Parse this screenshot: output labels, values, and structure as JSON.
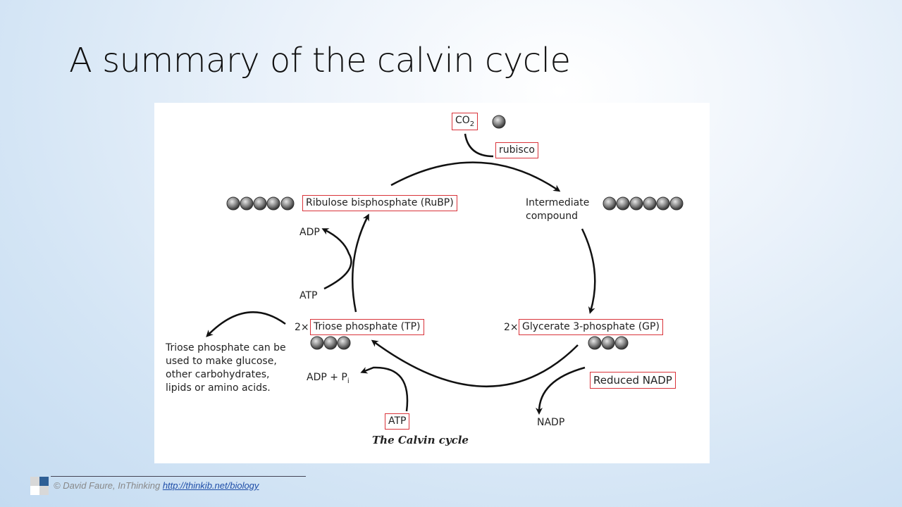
{
  "slide": {
    "title": "A summary of the calvin cycle"
  },
  "diagram": {
    "co2": "CO",
    "co2_sub": "2",
    "rubisco": "rubisco",
    "rubp": "Ribulose bisphosphate (RuBP)",
    "intermediate": [
      "Intermediate",
      "compound"
    ],
    "adp": "ADP",
    "atp": "ATP",
    "tp_prefix": "2×",
    "tp": "Triose phosphate (TP)",
    "gp_prefix": "2×",
    "gp": "Glycerate 3-phosphate (GP)",
    "tp_use": [
      "Triose phosphate can be",
      "used to make glucose,",
      "other carbohydrates,",
      "lipids or amino acids."
    ],
    "adp_pi": "ADP + P",
    "adp_pi_sub": "i",
    "atp_bottom": "ATP",
    "reduced_nadp": "Reduced NADP",
    "nadp": "NADP",
    "caption": "The Calvin cycle"
  },
  "footer": {
    "credit": "© David Faure, InThinking ",
    "link": "http://thinkib.net/biology"
  }
}
